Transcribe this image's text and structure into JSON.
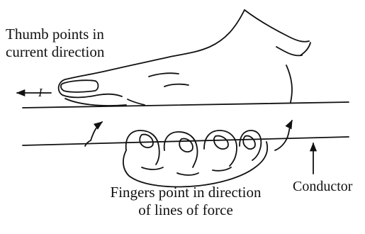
{
  "labels": {
    "thumb_line1": "Thumb points in",
    "thumb_line2": "current direction",
    "fingers_line1": "Fingers point in direction",
    "fingers_line2": "of lines of force",
    "conductor": "Conductor",
    "current": "I"
  },
  "colors": {
    "ink": "#111111",
    "background": "#ffffff"
  }
}
